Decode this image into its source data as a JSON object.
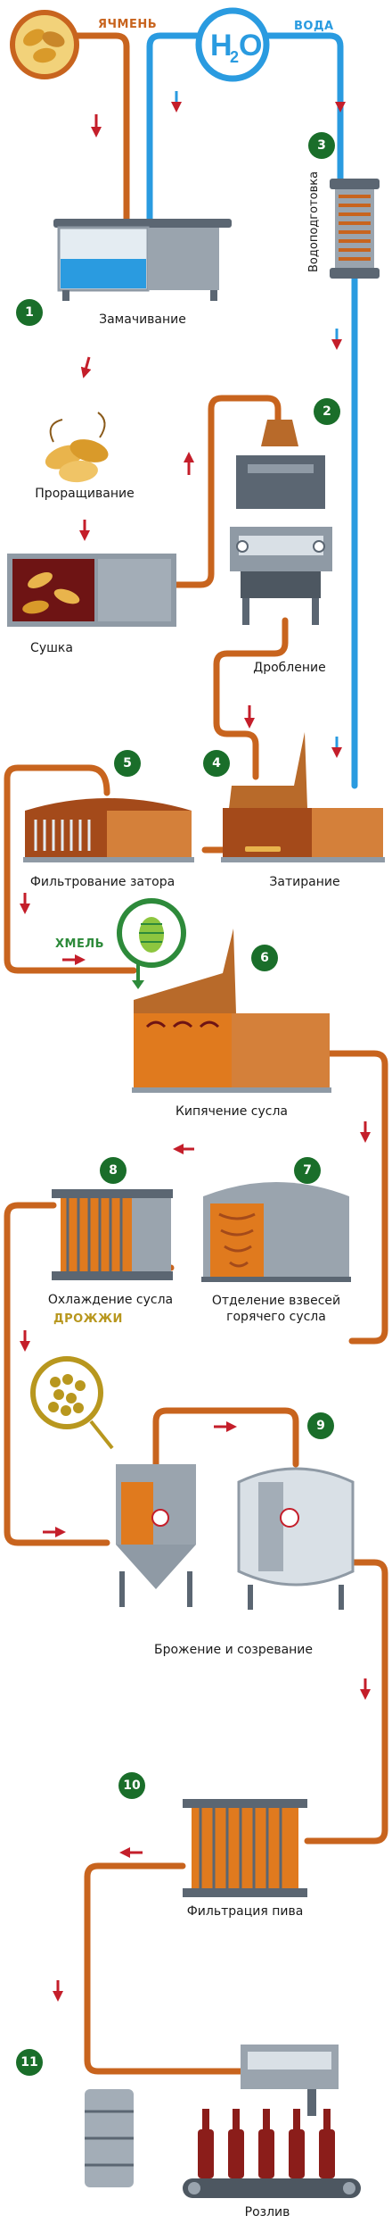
{
  "inputs": {
    "barley": "ЯЧМЕНЬ",
    "water": "ВОДА",
    "h2o": "H",
    "h2o_sub": "2",
    "h2o_o": "O",
    "hops": "ХМЕЛЬ",
    "yeast": "ДРОЖЖИ"
  },
  "steps": {
    "water_treatment": "Водоподготовка",
    "steeping": "Замачивание",
    "germination": "Проращивание",
    "drying": "Сушка",
    "milling": "Дробление",
    "mashing": "Затирание",
    "lautering": "Фильтрование затора",
    "boiling": "Кипячение сусла",
    "cooling": "Охлаждение сусла",
    "whirlpool": "Отделение взвесей горячего сусла",
    "fermentation": "Брожение и созревание",
    "filtration": "Фильтрация пива",
    "bottling": "Розлив"
  },
  "numbers": [
    "1",
    "2",
    "3",
    "4",
    "5",
    "6",
    "7",
    "8",
    "9",
    "10",
    "11"
  ],
  "colors": {
    "pipe": "#c8641e",
    "water": "#2a9be0",
    "arrow": "#c41e2a",
    "badge": "#1a6e2a",
    "hops": "#2d8a3a",
    "yeast": "#b8971e"
  }
}
